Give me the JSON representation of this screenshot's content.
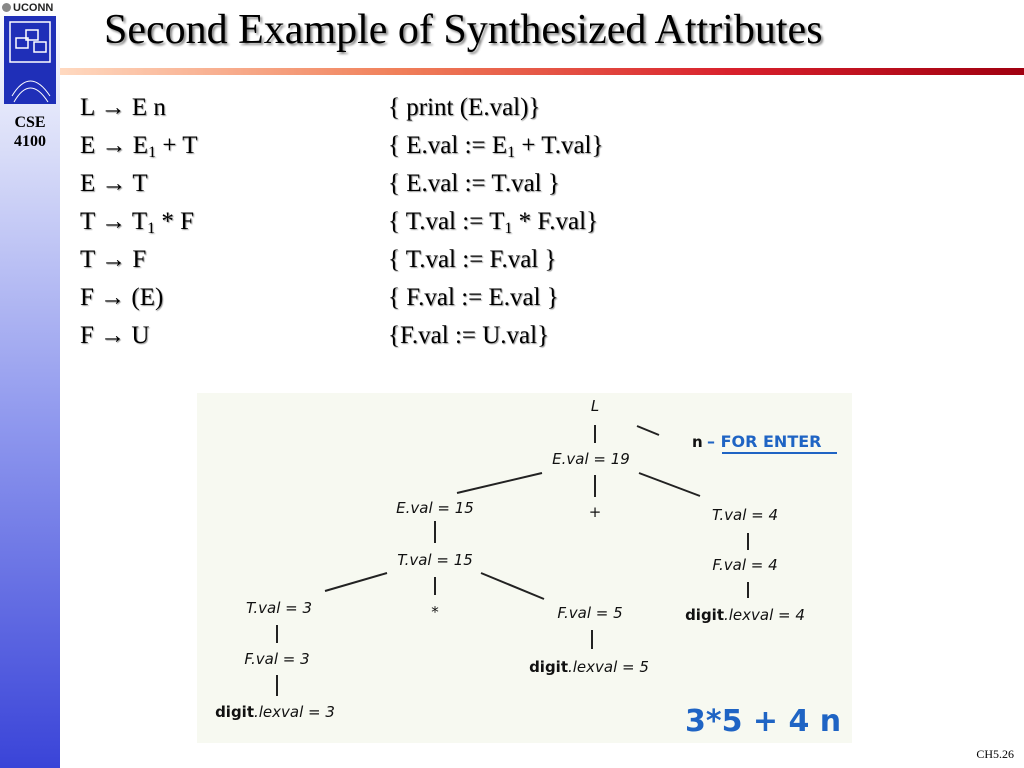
{
  "sidebar": {
    "university": "UCONN",
    "course_line1": "CSE",
    "course_line2": "4100"
  },
  "title": "Second Example of Synthesized Attributes",
  "grammar": [
    {
      "lhs": "L",
      "rhs": "E n",
      "sub": "",
      "rhs_tail": "",
      "action_pre": "{ print (E.val)}",
      "action_sub": "",
      "action_tail": ""
    },
    {
      "lhs": "E",
      "rhs": "E",
      "sub": "1",
      "rhs_tail": " + T",
      "action_pre": "{ E.val := E",
      "action_sub": "1",
      "action_tail": " + T.val}"
    },
    {
      "lhs": "E",
      "rhs": "T",
      "sub": "",
      "rhs_tail": "",
      "action_pre": "{ E.val := T.val }",
      "action_sub": "",
      "action_tail": ""
    },
    {
      "lhs": "T",
      "rhs": "T",
      "sub": "1",
      "rhs_tail": " * F",
      "action_pre": "{ T.val := T",
      "action_sub": "1",
      "action_tail": " * F.val}"
    },
    {
      "lhs": "T",
      "rhs": "F",
      "sub": "",
      "rhs_tail": "",
      "action_pre": "{ T.val := F.val }",
      "action_sub": "",
      "action_tail": ""
    },
    {
      "lhs": "F",
      "rhs": "(E)",
      "sub": "",
      "rhs_tail": "",
      "action_pre": "{ F.val := E.val }",
      "action_sub": "",
      "action_tail": ""
    },
    {
      "lhs": "F",
      "rhs": "U",
      "sub": "",
      "rhs_tail": "",
      "action_pre": "{F.val := U.val}",
      "action_sub": "",
      "action_tail": ""
    }
  ],
  "arrow": "→",
  "tree": {
    "root": "L",
    "e19": "E.val = 19",
    "n": "n",
    "for_enter": "– FOR ENTER",
    "e15": "E.val = 15",
    "plus": "+",
    "t4": "T.val = 4",
    "t15": "T.val = 15",
    "f4": "F.val = 4",
    "digit4_b": "digit",
    "digit4_i": ".lexval = 4",
    "t3": "T.val = 3",
    "star": "*",
    "f5": "F.val = 5",
    "f3": "F.val = 3",
    "digit5_b": "digit",
    "digit5_i": ".lexval = 5",
    "digit3_b": "digit",
    "digit3_i": ".lexval = 3",
    "input_expr": "3*5 + 4 n"
  },
  "page_number": "CH5.26",
  "colors": {
    "annotation": "#1f64c4",
    "rule_red": "#d8202c",
    "sidebar_blue": "#3a44d8"
  }
}
